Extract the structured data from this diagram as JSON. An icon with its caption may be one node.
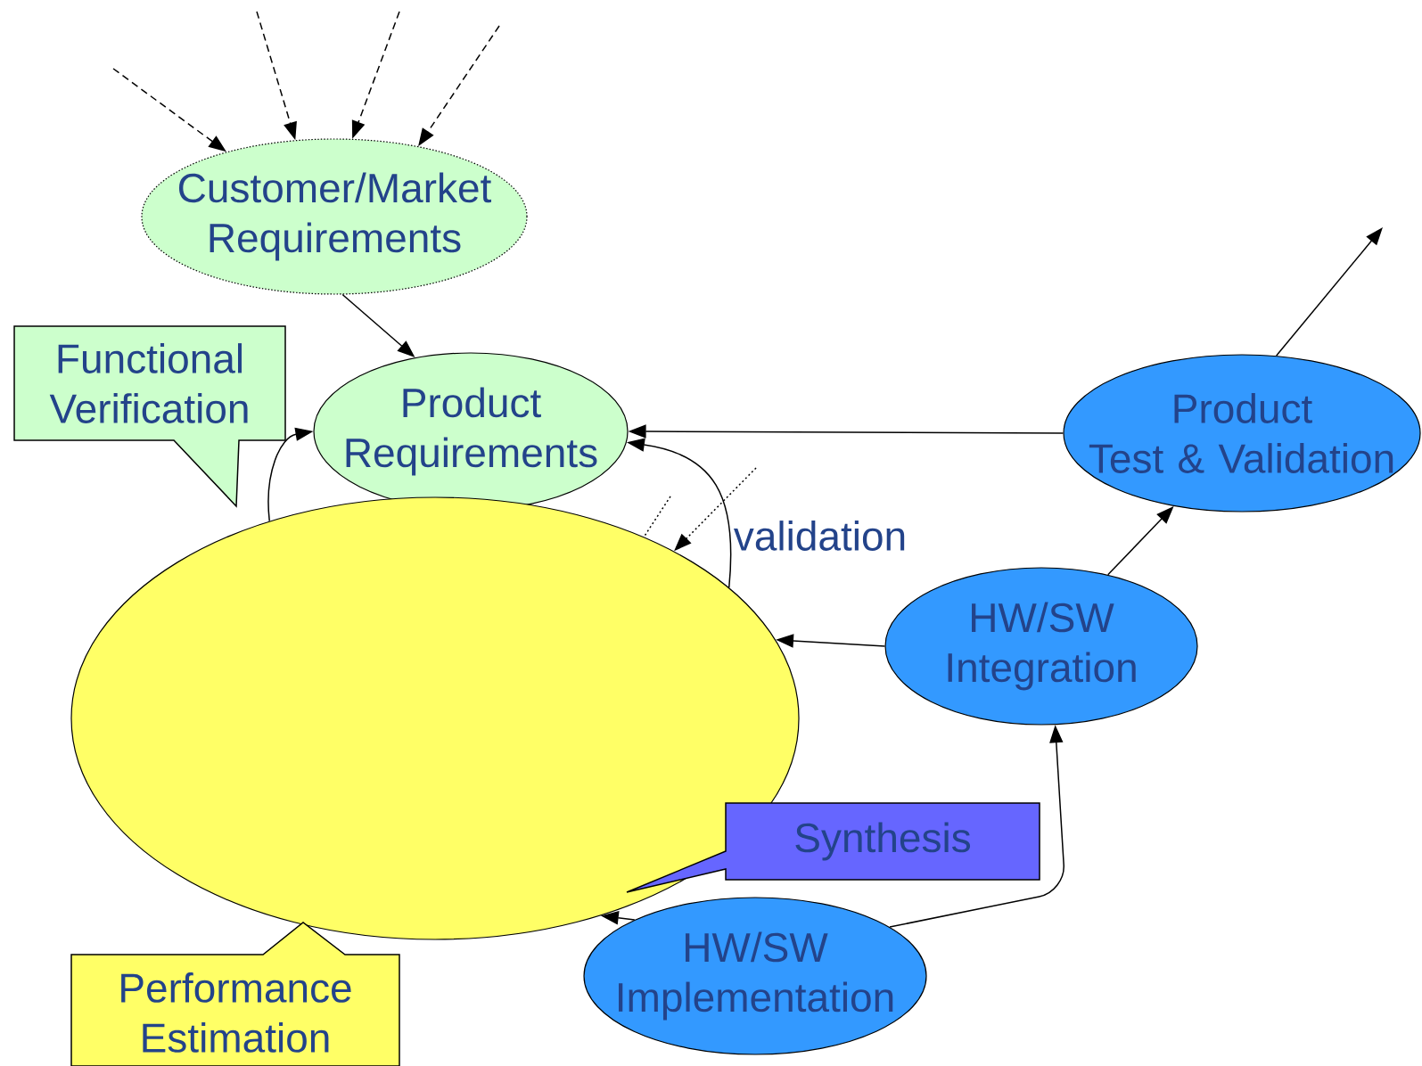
{
  "diagram": {
    "nodes": [
      {
        "text": [
          "Customer/Market Requirements"
        ]
      },
      {
        "text": [
          "Functional Verification"
        ]
      },
      {
        "text": [
          "Product Requirements"
        ]
      },
      {
        "text": [
          "Product Test & Validation"
        ]
      },
      {
        "text": [],
        "shape": "ellipse"
      },
      {
        "text": [
          "HW/SW Integration"
        ]
      },
      {
        "text": [
          "Synthesis"
        ]
      },
      {
        "text": [
          "HW/SW Implementation"
        ]
      },
      {
        "text": [
          "Performance Estimation"
        ]
      }
    ],
    "edges": [
      {
        "from": null,
        "to": 0,
        "arrow": "to",
        "style": "dashed"
      },
      {
        "from": null,
        "to": 0,
        "arrow": "to",
        "style": "dashed"
      },
      {
        "from": null,
        "to": 0,
        "arrow": "to",
        "style": "dashed"
      },
      {
        "from": null,
        "to": 0,
        "arrow": "to",
        "style": "dashed"
      },
      {
        "from": 0,
        "to": 2,
        "arrow": "to"
      },
      {
        "from": 3,
        "to": 2,
        "arrow": "to"
      },
      {
        "from": 3,
        "to": null,
        "arrow": "to"
      },
      {
        "from": 5,
        "to": 3,
        "arrow": "to"
      },
      {
        "from": 5,
        "to": 4,
        "arrow": "to"
      },
      {
        "from": 4,
        "to": 2,
        "arrow": "to"
      },
      {
        "from": null,
        "to": 4,
        "arrow": "to",
        "style": "dashed"
      },
      {
        "from": null,
        "to": 4,
        "arrow": "none",
        "style": "dashed"
      },
      {
        "from": 4,
        "to": 2,
        "arrow": "to"
      },
      {
        "from": 7,
        "to": 5,
        "arrow": "to"
      },
      {
        "from": 7,
        "to": 4,
        "arrow": "to"
      }
    ],
    "labels": [
      "validation"
    ]
  }
}
